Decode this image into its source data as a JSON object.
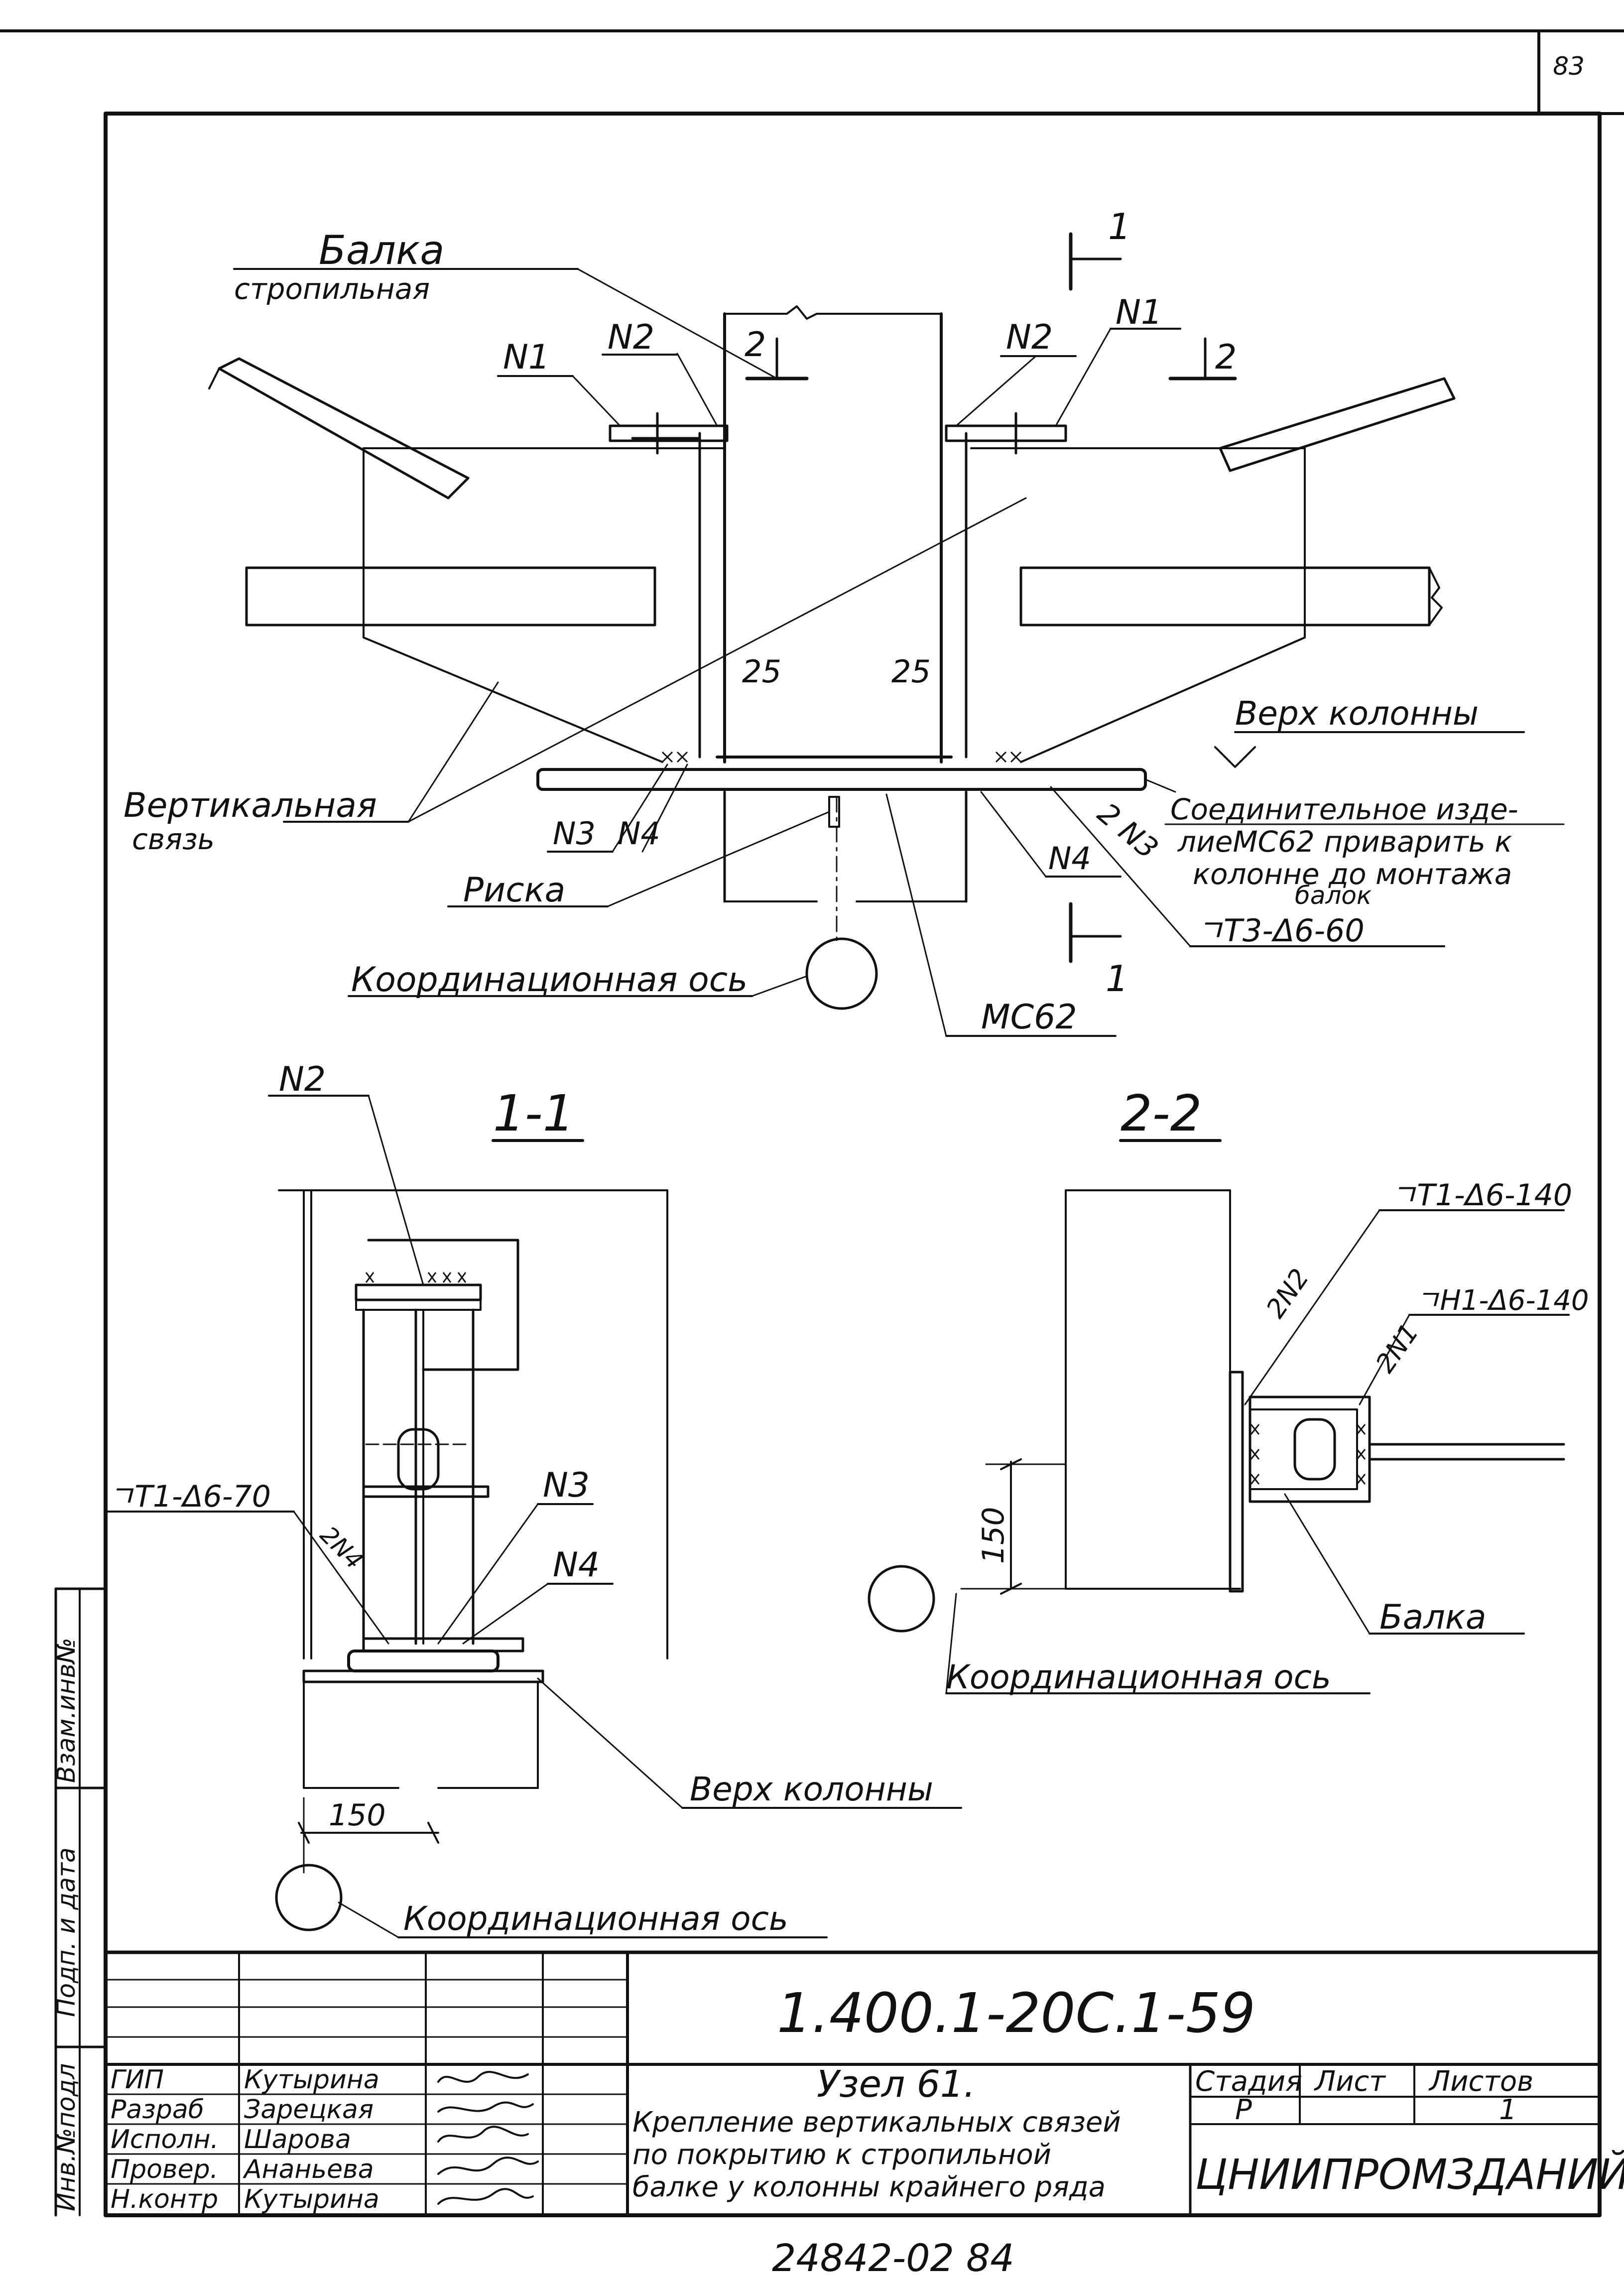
{
  "sheet": {
    "page_number": "83",
    "bottom_code": "24842-02  84",
    "side_labels": [
      "Инв.№подл",
      "Подп. и дата",
      "Взам.инв№"
    ]
  },
  "title_block": {
    "designation": "1.400.1-20С.1-59",
    "node_title": "Узел 61.",
    "description_lines": [
      "Крепление вертикальных связей",
      "по покрытию к стропильной",
      "балке у колонны крайнего ряда"
    ],
    "stage_header": "Стадия",
    "sheet_header": "Лист",
    "sheets_header": "Листов",
    "stage": "Р",
    "sheet": "",
    "sheets_total": "1",
    "organization": "ЦНИИПРОМЗДАНИЙ",
    "signers": [
      {
        "role": "ГИП",
        "name": "Кутырина"
      },
      {
        "role": "Разраб",
        "name": "Зарецкая"
      },
      {
        "role": "Исполн.",
        "name": "Шарова"
      },
      {
        "role": "Провер.",
        "name": "Ананьева"
      },
      {
        "role": "Н.контр",
        "name": "Кутырина"
      }
    ]
  },
  "main_view": {
    "beam_label_1": "Балка",
    "beam_label_2": "стропильная",
    "n1_left": "N1",
    "n2_left": "N2",
    "n2_right": "N2",
    "n1_right": "N1",
    "cut1_top": "1",
    "cut2_left": "2",
    "cut2_right": "2",
    "cut1_bottom": "1",
    "dim_25_left": "25",
    "dim_25_right": "25",
    "col_top": "Верх колонны",
    "brace_1": "Вертикальная",
    "brace_2": "связь",
    "n3": "N3",
    "n4_left": "N4",
    "n4_right": "N4",
    "weld_2n3": "2 N3",
    "connector_lines": [
      "Соединительное изде-",
      "лиеМС62 приварить к",
      "колонне до монтажа",
      "балок"
    ],
    "weld_t3": "ㄱТ3-Δ6-60",
    "riska": "Риска",
    "coord_axis": "Координационная ось",
    "mc62": "МС62"
  },
  "section_1_1": {
    "title": "1-1",
    "n2": "N2",
    "n3": "N3",
    "n4": "N4",
    "weld": "ㄱТ1-Δ6-70",
    "weld_2n4": "2N4",
    "dim_150": "150",
    "col_top": "Верх колонны",
    "coord_axis": "Координационная ось"
  },
  "section_2_2": {
    "title": "2-2",
    "weld_t1": "ㄱТ1-Δ6-140",
    "weld_h1": "ㄱН1-Δ6-140",
    "weld_2n2": "2N2",
    "weld_2n1": "2N1",
    "dim_150": "150",
    "beam": "Балка",
    "coord_axis": "Координационная ось"
  }
}
